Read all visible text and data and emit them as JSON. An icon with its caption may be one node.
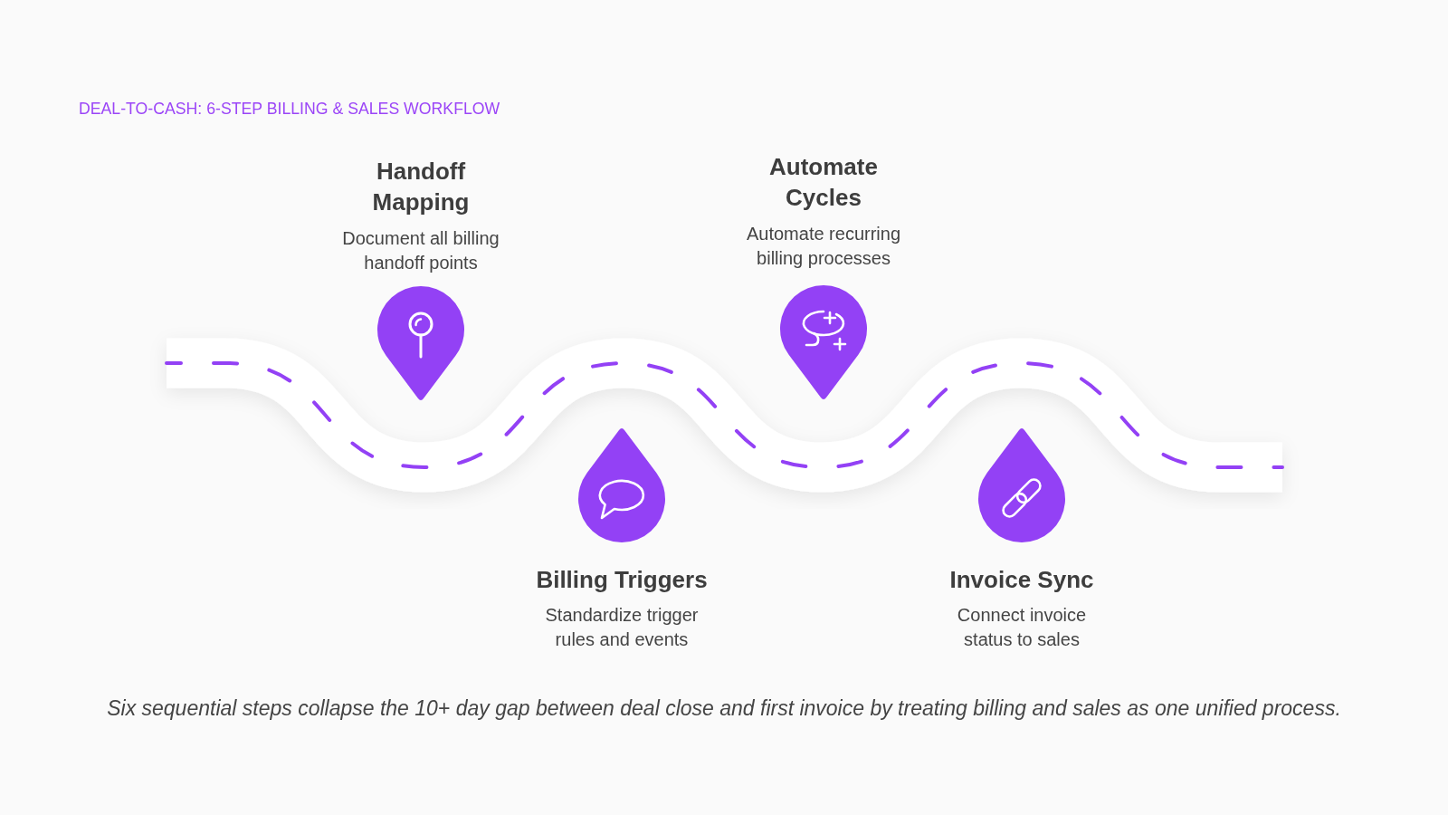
{
  "diagram": {
    "title": "DEAL-TO-CASH: 6-STEP BILLING & SALES WORKFLOW",
    "nodes": [
      {
        "text": [
          "Handoff Mapping",
          "Document all billing handoff points"
        ]
      },
      {
        "text": [
          "Billing Triggers",
          "Standardize trigger rules and events"
        ]
      },
      {
        "text": [
          "Automate Cycles",
          "Automate recurring billing processes"
        ]
      },
      {
        "text": [
          "Invoice Sync",
          "Connect invoice status to sales"
        ]
      }
    ],
    "caption": "Six sequential steps collapse the 10+ day gap between deal close and first invoice by treating billing and sales as one unified process."
  }
}
